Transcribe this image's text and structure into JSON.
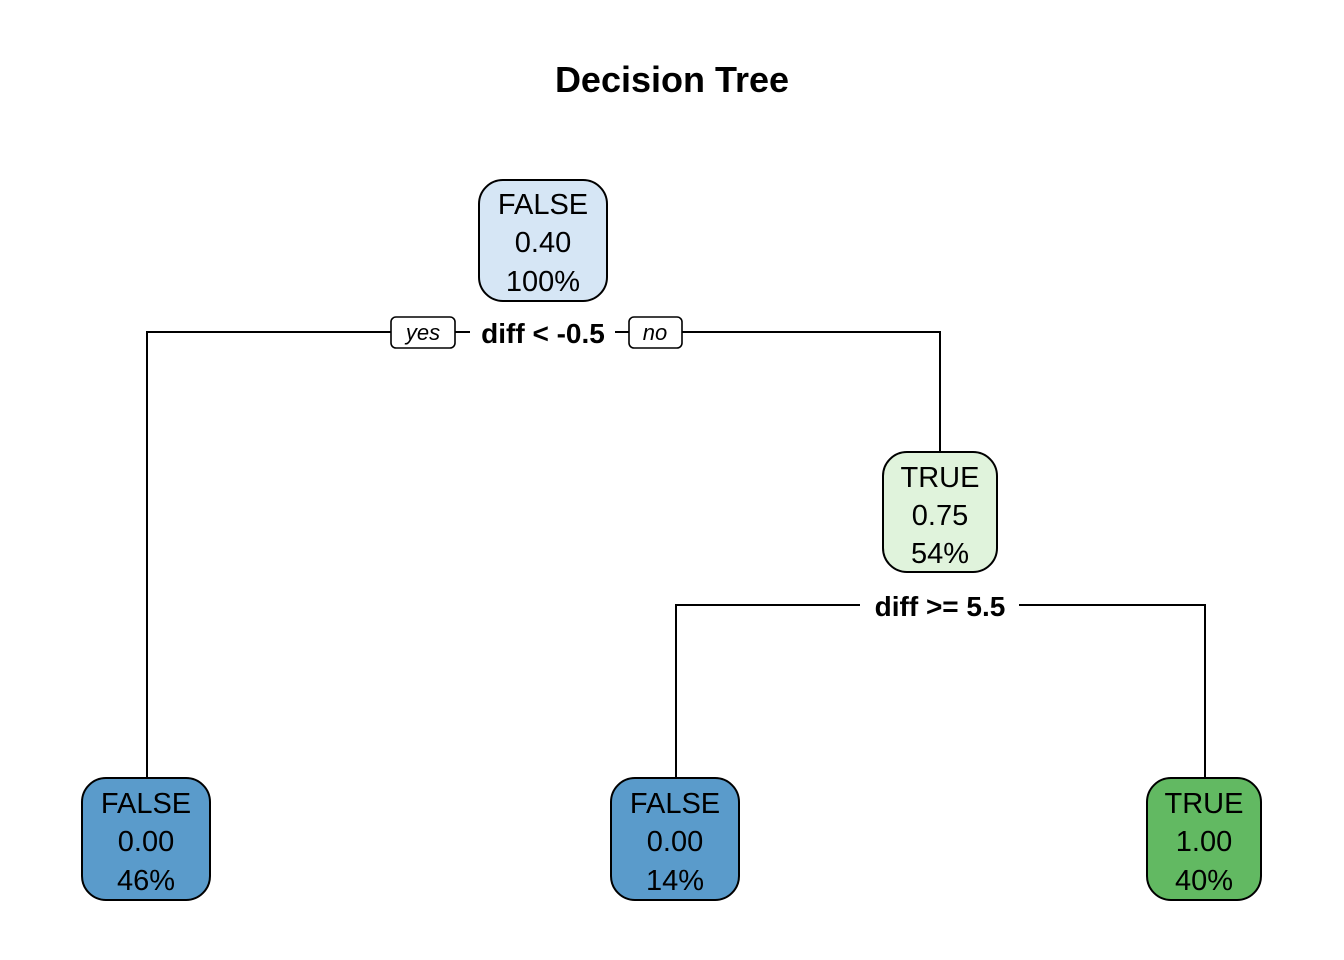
{
  "title": "Decision Tree",
  "colors": {
    "root": "#d6e6f5",
    "node_true_light": "#e0f3dc",
    "leaf_false": "#5a9bcb",
    "leaf_true": "#62b962"
  },
  "nodes": {
    "root": {
      "class": "FALSE",
      "prob": "0.40",
      "pct": "100%"
    },
    "right": {
      "class": "TRUE",
      "prob": "0.75",
      "pct": "54%"
    },
    "leaf_left": {
      "class": "FALSE",
      "prob": "0.00",
      "pct": "46%"
    },
    "leaf_mid": {
      "class": "FALSE",
      "prob": "0.00",
      "pct": "14%"
    },
    "leaf_right": {
      "class": "TRUE",
      "prob": "1.00",
      "pct": "40%"
    }
  },
  "splits": {
    "root": "diff < -0.5",
    "right": "diff >= 5.5"
  },
  "branch_labels": {
    "yes": "yes",
    "no": "no"
  }
}
